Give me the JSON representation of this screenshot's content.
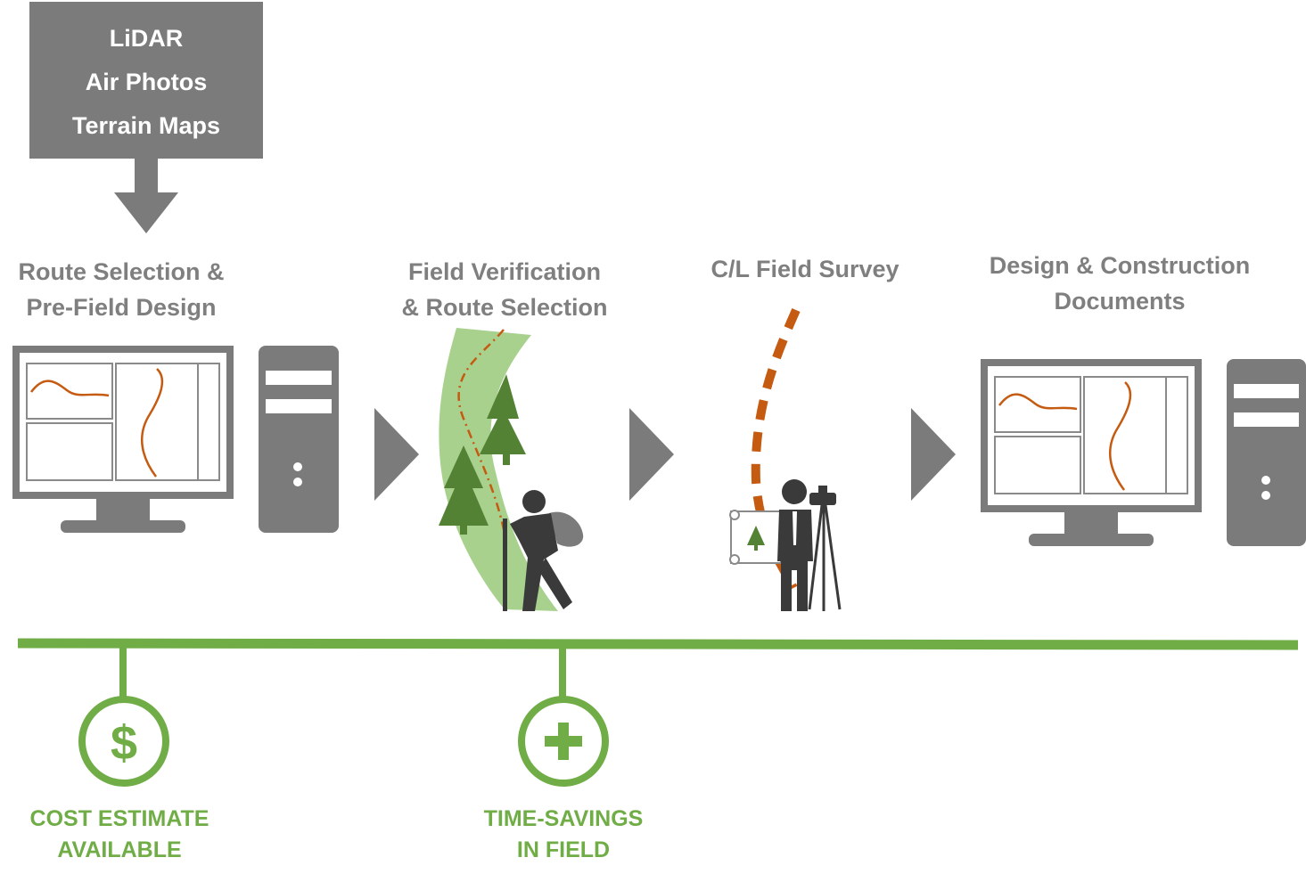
{
  "inputs": {
    "items": [
      "LiDAR",
      "Air Photos",
      "Terrain Maps"
    ]
  },
  "stages": [
    {
      "lines": [
        "Route Selection &",
        "Pre-Field Design"
      ]
    },
    {
      "lines": [
        "Field Verification",
        "& Route Selection"
      ]
    },
    {
      "lines": [
        "C/L Field Survey"
      ]
    },
    {
      "lines": [
        "Design & Construction",
        "Documents"
      ]
    }
  ],
  "benefits": [
    {
      "symbol": "$",
      "lines": [
        "COST ESTIMATE",
        "AVAILABLE"
      ]
    },
    {
      "symbol": "+",
      "lines": [
        "TIME-SAVINGS",
        "IN FIELD"
      ]
    }
  ],
  "colors": {
    "gray": "#7b7b7b",
    "green": "#70ad47",
    "light_green": "#a9d18e",
    "orange": "#c55a11",
    "tree_green": "#548235"
  },
  "icons": [
    "computer-monitor-icon",
    "computer-tower-icon",
    "hiker-icon",
    "tree-icon",
    "surveyor-icon",
    "tripod-icon",
    "map-scroll-icon",
    "dollar-icon",
    "plus-icon"
  ]
}
